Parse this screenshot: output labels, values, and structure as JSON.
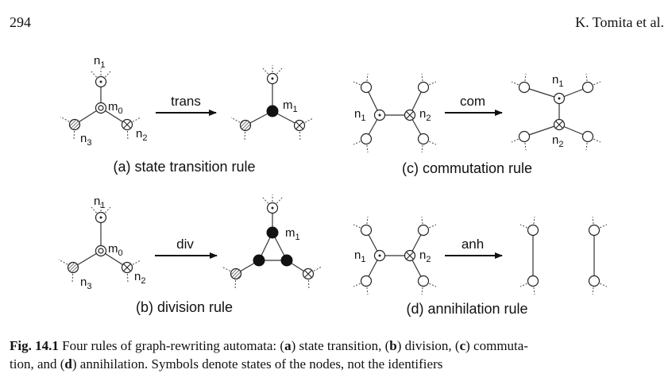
{
  "header": {
    "page_number": "294",
    "running_head": "K. Tomita et al."
  },
  "figure": {
    "panels": [
      {
        "label": "(a) state transition rule",
        "arrow_label": "trans"
      },
      {
        "label": "(b) division rule",
        "arrow_label": "div"
      },
      {
        "label": "(c) commutation rule",
        "arrow_label": "com"
      },
      {
        "label": "(d) annihilation rule",
        "arrow_label": "anh"
      }
    ],
    "node_labels": {
      "n": "n",
      "m": "m",
      "sub_0": "0",
      "sub_1": "1",
      "sub_2": "2",
      "sub_3": "3"
    }
  },
  "caption": {
    "fig_label": "Fig. 14.1",
    "t1": " Four rules of graph-rewriting automata: (",
    "a": "a",
    "t2": ") state transition, (",
    "b": "b",
    "t3": ") division, (",
    "c": "c",
    "t4": ") commuta-",
    "t5": "tion, and (",
    "d": "d",
    "t6": ") annihilation. Symbols denote states of the nodes, not the identifiers"
  }
}
